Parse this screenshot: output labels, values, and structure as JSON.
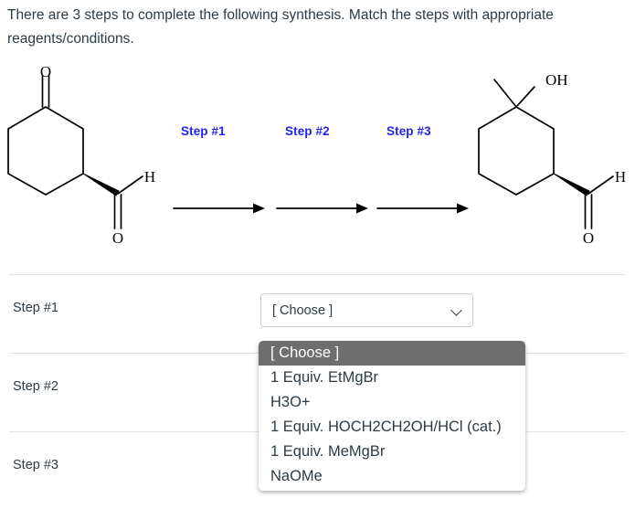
{
  "prompt": {
    "text": "There are 3 steps to complete the following synthesis. Match the steps with appropriate reagents/conditions."
  },
  "scheme": {
    "arrow_labels": [
      "Step #1",
      "Step #2",
      "Step #3"
    ],
    "label_color": "#2222ee",
    "reactant": {
      "name": "3-oxocyclohexane-1-carbaldehyde",
      "ring_label_top": "O",
      "aldehyde_h": "H",
      "aldehyde_o": "O"
    },
    "product": {
      "name": "3-hydroxy-3-methylcyclohexane-1-carbaldehyde",
      "hydroxyl_label": "OH",
      "aldehyde_h": "H",
      "aldehyde_o": "O"
    }
  },
  "rows": [
    {
      "label": "Step #1",
      "selected": "[ Choose ]"
    },
    {
      "label": "Step #2",
      "selected": "[ Choose ]"
    },
    {
      "label": "Step #3",
      "selected": "[ Choose ]"
    }
  ],
  "dropdown": {
    "open_for_row": "Step #2",
    "highlight_color": "#6e6e6e",
    "options": [
      "[ Choose ]",
      "1 Equiv. EtMgBr",
      "H3O+",
      "1 Equiv. HOCH2CH2OH/HCl (cat.)",
      "1 Equiv. MeMgBr",
      "NaOMe"
    ],
    "selected_index": 0
  }
}
